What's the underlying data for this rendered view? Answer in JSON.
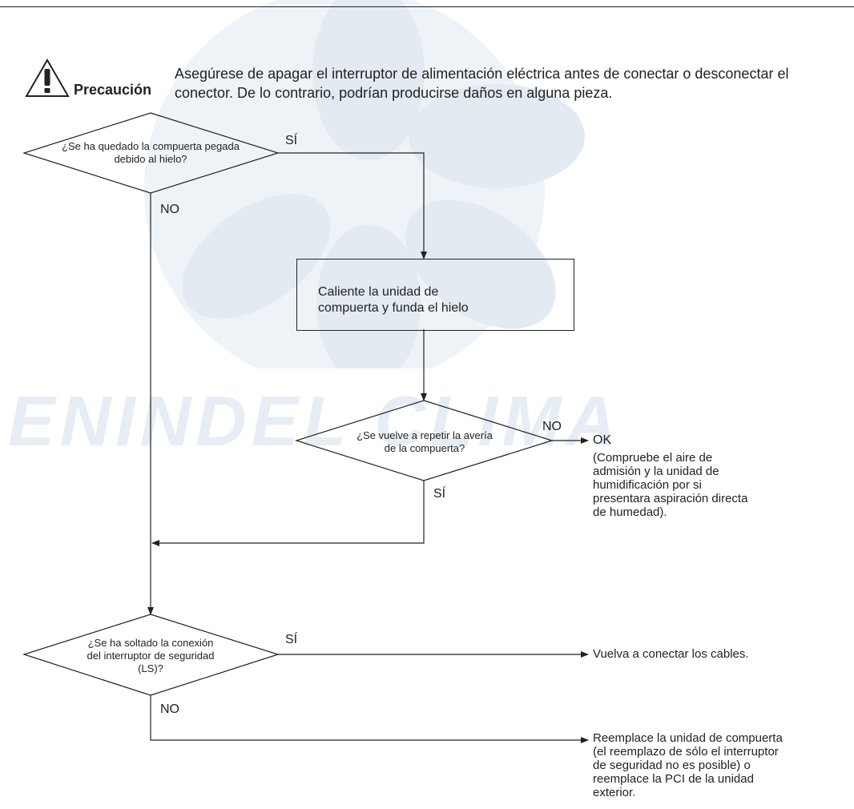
{
  "watermark": {
    "text": "ENINDEL CLIMA",
    "color": "#e7edf4"
  },
  "caution": {
    "icon": "warning-triangle-icon",
    "label": "Precaución",
    "text": "Asegúrese de apagar el interruptor de alimentación eléctrica antes de conectar o desconectar el conector. De lo contrario, podrían producirse daños en alguna pieza."
  },
  "flow": {
    "q1": {
      "text": "¿Se ha quedado la compuerta pegada\ndebido al hielo?",
      "yes": "SÍ",
      "no": "NO"
    },
    "action1": {
      "text": "Caliente la unidad de\ncompuerta y funda el hielo"
    },
    "q2": {
      "text": "¿Se vuelve a repetir la avería\nde la compuerta?",
      "yes": "SÍ",
      "no": "NO"
    },
    "ok": {
      "title": "OK",
      "text": "(Compruebe el aire de\nadmisión y la unidad de\nhumidificación por si\npresentara aspiración directa\nde humedad)."
    },
    "q3": {
      "text": "¿Se ha soltado la conexión\ndel interruptor de seguridad\n(LS)?",
      "yes": "SÍ",
      "no": "NO"
    },
    "result_yes": "Vuelva a conectar los cables.",
    "result_no": "Reemplace la unidad de compuerta\n(el reemplazo de sólo el interruptor\nde seguridad no es posible) o\nreemplace la PCI de la unidad\nexterior."
  }
}
